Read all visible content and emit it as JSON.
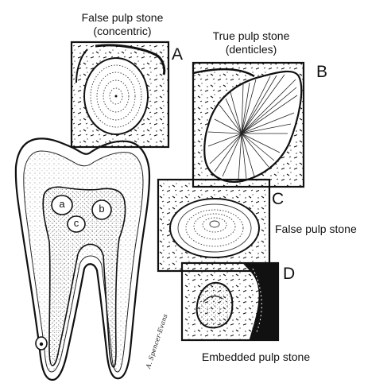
{
  "labels": {
    "a_title": "False pulp stone",
    "a_subtitle": "(concentric)",
    "b_title": "True pulp stone",
    "b_subtitle": "(denticles)",
    "c_title": "False pulp stone",
    "d_title": "Embedded pulp stone"
  },
  "panel_letters": {
    "a": "A",
    "b": "B",
    "c": "C",
    "d": "D"
  },
  "tooth_letters": {
    "a": "a",
    "b": "b",
    "c": "c"
  },
  "artist_signature": "A. Spencer-Evans"
}
